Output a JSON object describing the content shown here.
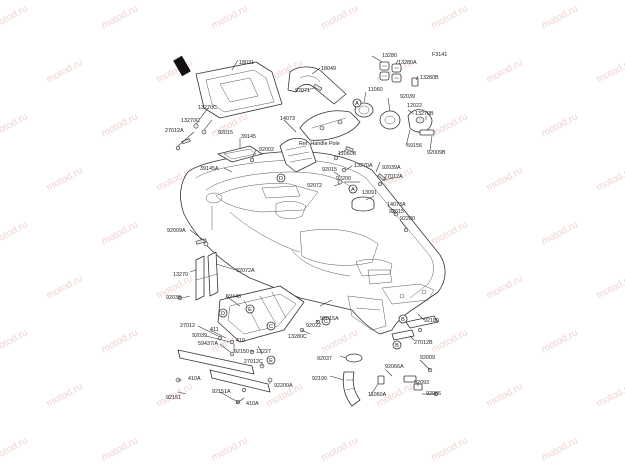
{
  "diagram_code": "F3141",
  "reference_note": "Ref. Handle Pole",
  "watermark_text": "motod.ru",
  "part_labels": [
    {
      "id": "18031",
      "text": "18031"
    },
    {
      "id": "18049",
      "text": "18049"
    },
    {
      "id": "13280",
      "text": "13280"
    },
    {
      "id": "13280A",
      "text": "13280A"
    },
    {
      "id": "13280B",
      "text": "13280B"
    },
    {
      "id": "11060",
      "text": "11060"
    },
    {
      "id": "92039",
      "text": "92039"
    },
    {
      "id": "92071",
      "text": "92071"
    },
    {
      "id": "13270C",
      "text": "13270C"
    },
    {
      "id": "13270C_2",
      "text": "13270C"
    },
    {
      "id": "92015",
      "text": "92015"
    },
    {
      "id": "27012A",
      "text": "27012A"
    },
    {
      "id": "39145",
      "text": "39145"
    },
    {
      "id": "14073",
      "text": "14073"
    },
    {
      "id": "12022",
      "text": "12022"
    },
    {
      "id": "13270B",
      "text": "13270B"
    },
    {
      "id": "92009B",
      "text": "92009B"
    },
    {
      "id": "59156",
      "text": "59156"
    },
    {
      "id": "92002",
      "text": "92002"
    },
    {
      "id": "11060B",
      "text": "11060B"
    },
    {
      "id": "13270A",
      "text": "13270A"
    },
    {
      "id": "92039A",
      "text": "92039A"
    },
    {
      "id": "39145A",
      "text": "39145A"
    },
    {
      "id": "92015_2",
      "text": "92015"
    },
    {
      "id": "92200",
      "text": "92200"
    },
    {
      "id": "27012A_2",
      "text": "27012A"
    },
    {
      "id": "92072",
      "text": "92072"
    },
    {
      "id": "13091",
      "text": "13091"
    },
    {
      "id": "14073A",
      "text": "14073A"
    },
    {
      "id": "92015_3",
      "text": "92015"
    },
    {
      "id": "92200_2",
      "text": "92200"
    },
    {
      "id": "92009A",
      "text": "92009A"
    },
    {
      "id": "13270",
      "text": "13270"
    },
    {
      "id": "92072A",
      "text": "92072A"
    },
    {
      "id": "92039_2",
      "text": "92039"
    },
    {
      "id": "59448",
      "text": "59448"
    },
    {
      "id": "27012",
      "text": "27012"
    },
    {
      "id": "92039_3",
      "text": "92039"
    },
    {
      "id": "411",
      "text": "411"
    },
    {
      "id": "59437A",
      "text": "59437/A"
    },
    {
      "id": "410",
      "text": "410"
    },
    {
      "id": "92150",
      "text": "92150"
    },
    {
      "id": "13227",
      "text": "13227"
    },
    {
      "id": "27012C",
      "text": "27012C"
    },
    {
      "id": "92200A",
      "text": "92200A"
    },
    {
      "id": "410A",
      "text": "410A"
    },
    {
      "id": "92151",
      "text": "92151"
    },
    {
      "id": "92151A",
      "text": "92151A"
    },
    {
      "id": "410A_2",
      "text": "410A"
    },
    {
      "id": "92022",
      "text": "92022"
    },
    {
      "id": "92015A",
      "text": "92015A"
    },
    {
      "id": "13280C",
      "text": "13280C"
    },
    {
      "id": "92037",
      "text": "92037"
    },
    {
      "id": "92190",
      "text": "92190"
    },
    {
      "id": "11060A",
      "text": "11060A"
    },
    {
      "id": "92066A",
      "text": "92066A"
    },
    {
      "id": "92009",
      "text": "92009"
    },
    {
      "id": "92093",
      "text": "92093"
    },
    {
      "id": "92066",
      "text": "92066"
    },
    {
      "id": "92180",
      "text": "92180"
    },
    {
      "id": "27012B",
      "text": "27012B"
    }
  ],
  "callouts": [
    {
      "id": "A1",
      "text": "A"
    },
    {
      "id": "A2",
      "text": "A"
    },
    {
      "id": "B1",
      "text": "B"
    },
    {
      "id": "B2",
      "text": "B"
    },
    {
      "id": "C1",
      "text": "C"
    },
    {
      "id": "C2",
      "text": "C"
    },
    {
      "id": "D1",
      "text": "D"
    },
    {
      "id": "D2",
      "text": "D"
    },
    {
      "id": "E1",
      "text": "E"
    },
    {
      "id": "E2",
      "text": "E"
    }
  ]
}
